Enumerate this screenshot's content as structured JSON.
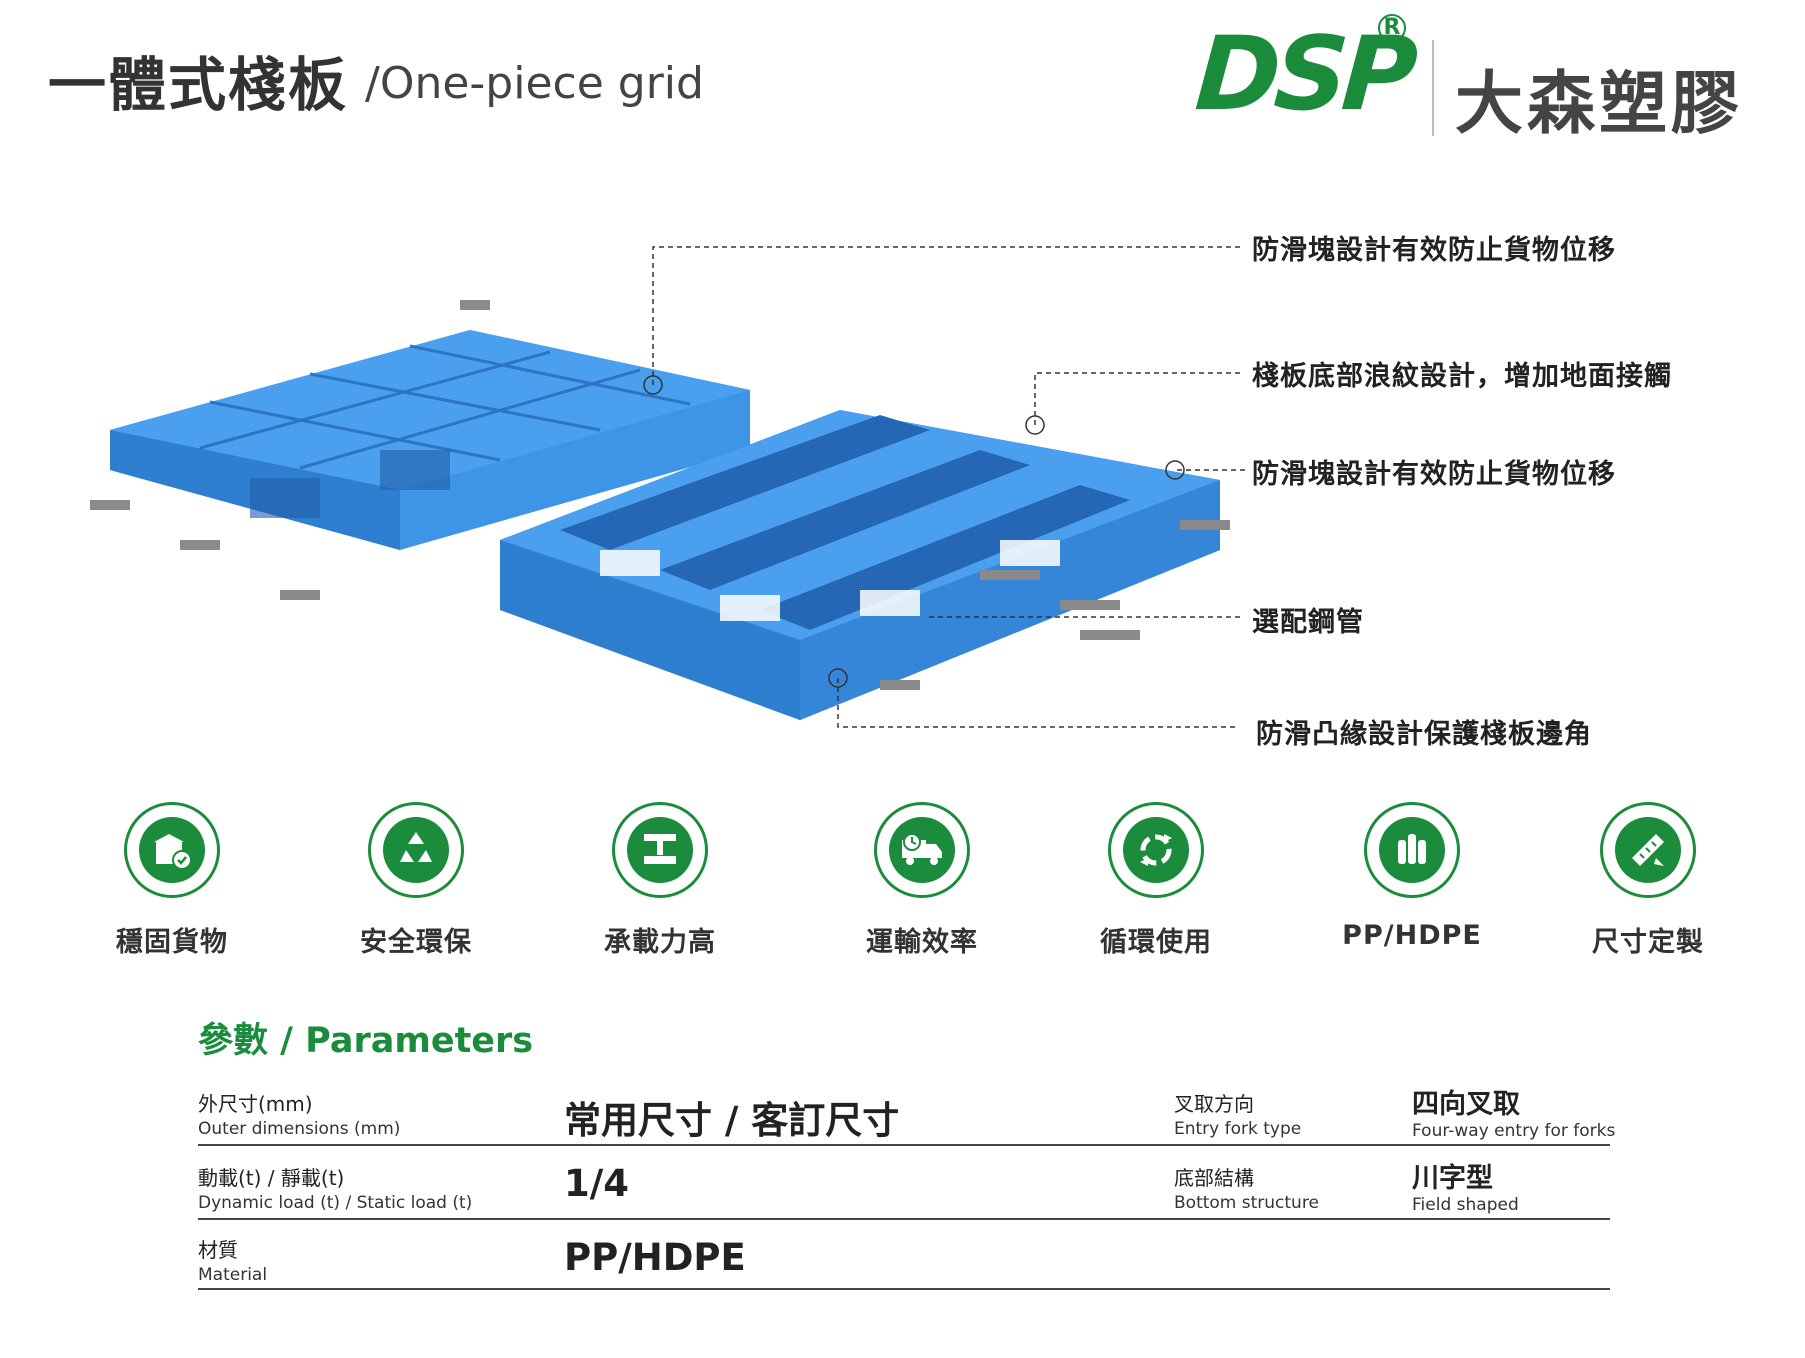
{
  "header": {
    "title_cn": "一體式棧板",
    "title_en": "/One-piece grid",
    "logo_mark": "DSP",
    "logo_registered": "R",
    "logo_company": "大森塑膠"
  },
  "callouts": [
    "防滑塊設計有效防止貨物位移",
    "棧板底部浪紋設計，增加地面接觸",
    "防滑塊設計有效防止貨物位移",
    "選配鋼管",
    "防滑凸緣設計保護棧板邊角"
  ],
  "features": [
    {
      "label": "穩固貨物",
      "icon": "box-check-icon"
    },
    {
      "label": "安全環保",
      "icon": "recycle-icon"
    },
    {
      "label": "承載力高",
      "icon": "load-press-icon"
    },
    {
      "label": "運輸效率",
      "icon": "truck-clock-icon"
    },
    {
      "label": "循環使用",
      "icon": "cycle-arrows-icon"
    },
    {
      "label": "PP/HDPE",
      "icon": "pipes-icon"
    },
    {
      "label": "尺寸定製",
      "icon": "ruler-pencil-icon"
    }
  ],
  "parameters": {
    "heading": "參數 / Parameters",
    "rows": [
      {
        "label_cn": "外尺寸(mm)",
        "label_en": "Outer dimensions (mm)",
        "value": "常用尺寸 / 客訂尺寸",
        "right_label_cn": "叉取方向",
        "right_label_en": "Entry fork type",
        "right_value_cn": "四向叉取",
        "right_value_en": "Four-way entry for forks"
      },
      {
        "label_cn": "動載(t) / 靜載(t)",
        "label_en": "Dynamic load (t) / Static load (t)",
        "value": "1/4",
        "right_label_cn": "底部結構",
        "right_label_en": "Bottom structure",
        "right_value_cn": "川字型",
        "right_value_en": "Field shaped"
      },
      {
        "label_cn": "材質",
        "label_en": "Material",
        "value": "PP/HDPE"
      }
    ]
  },
  "colors": {
    "brand_green": "#1a8c3c",
    "pallet_blue": "#3a8fe0"
  }
}
